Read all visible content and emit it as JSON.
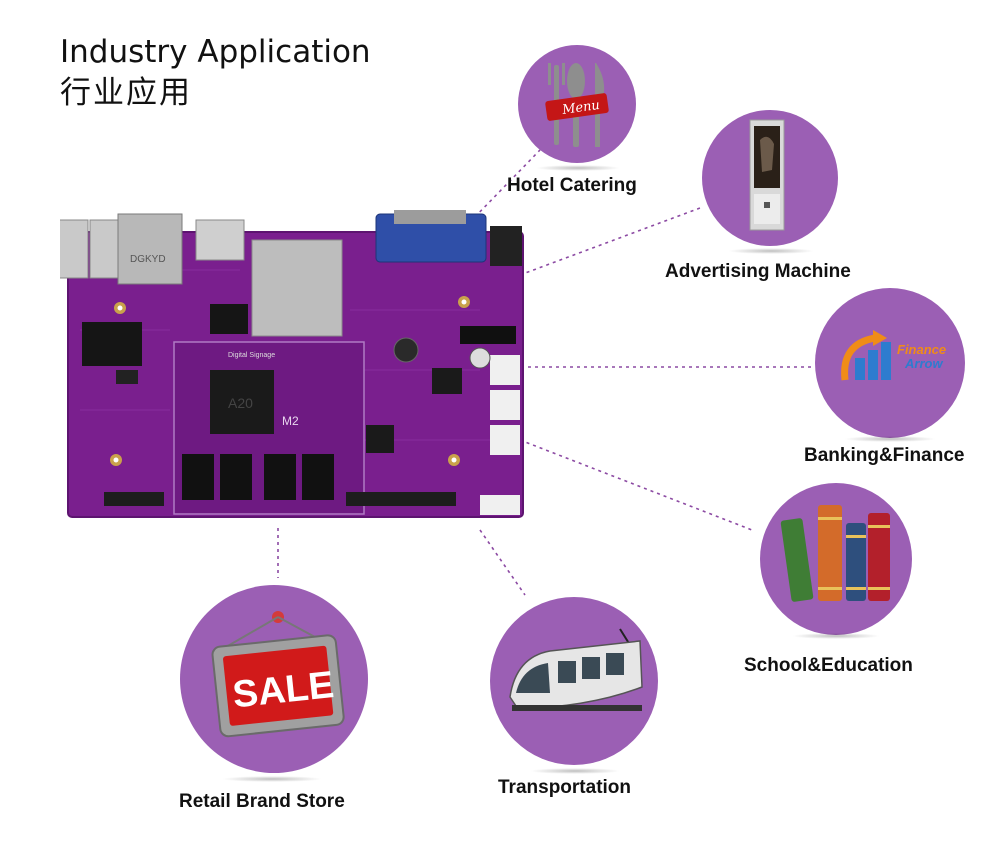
{
  "header": {
    "title": "Industry Application",
    "title_cn": "行业应用"
  },
  "applications": [
    {
      "label": "Hotel Catering",
      "icon": "menu-cutlery-icon",
      "badge_text": "Menu"
    },
    {
      "label": "Advertising Machine",
      "icon": "kiosk-display-icon"
    },
    {
      "label": "Banking&Finance",
      "icon": "finance-arrow-logo",
      "logo_text": "Finance Arrow"
    },
    {
      "label": "School&Education",
      "icon": "books-icon"
    },
    {
      "label": "Transportation",
      "icon": "tram-icon"
    },
    {
      "label": "Retail Brand Store",
      "icon": "sale-sign-icon",
      "sign_text": "SALE"
    }
  ],
  "board": {
    "brand_text": "DGKYD",
    "chip_text": "A20",
    "module_text": "M2",
    "silk_text": "Digital Signage"
  },
  "colors": {
    "circle": "#9b5fb4",
    "board": "#7a1f8e",
    "connector_line": "#8c4aa3"
  }
}
